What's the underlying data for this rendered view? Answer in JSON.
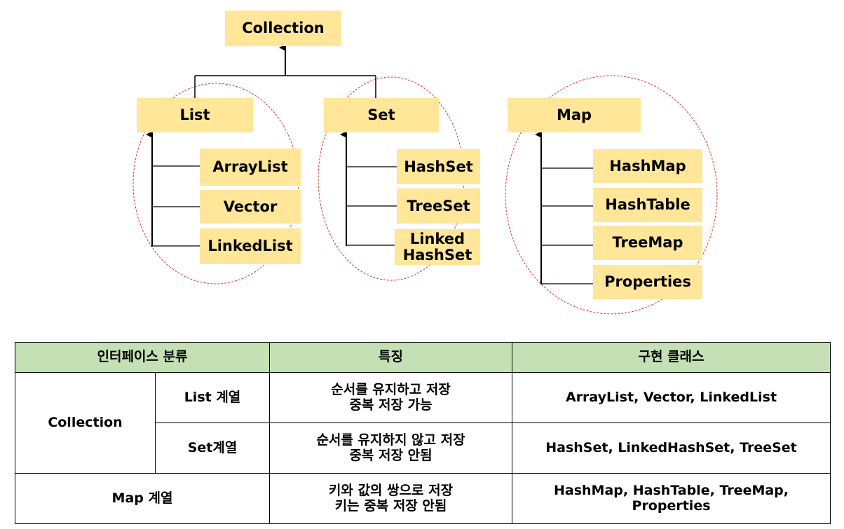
{
  "diagram": {
    "root": "Collection",
    "groups": [
      {
        "name": "List",
        "items": [
          "ArrayList",
          "Vector",
          "LinkedList"
        ]
      },
      {
        "name": "Set",
        "items": [
          "HashSet",
          "TreeSet",
          "Linked\nHashSet"
        ]
      },
      {
        "name": "Map",
        "items": [
          "HashMap",
          "HashTable",
          "TreeMap",
          "Properties"
        ]
      }
    ],
    "colors": {
      "box_fill": "#ffe699",
      "ellipse_stroke": "#e03030",
      "line": "#000000"
    }
  },
  "table": {
    "headers": [
      "인터페이스 분류",
      "특징",
      "구현 클래스"
    ],
    "collection_label": "Collection",
    "rows": [
      {
        "category": "List 계열",
        "feature": "순서를 유지하고 저장\n중복 저장 가능",
        "classes": "ArrayList, Vector, LinkedList"
      },
      {
        "category": "Set계열",
        "feature": "순서를 유지하지 않고 저장\n중복 저장 안됨",
        "classes": "HashSet, LinkedHashSet, TreeSet"
      },
      {
        "category": "Map 계열",
        "feature": "키와 값의 쌍으로 저장\n키는 중복 저장 안됨",
        "classes": "HashMap, HashTable, TreeMap,\nProperties"
      }
    ],
    "colors": {
      "header_fill": "#c5e0b4"
    }
  }
}
